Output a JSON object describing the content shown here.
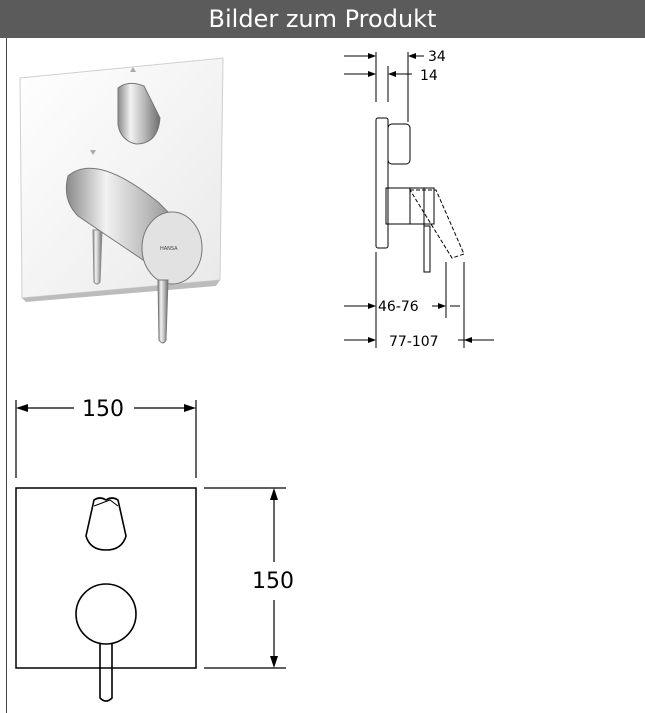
{
  "header": {
    "title": "Bilder zum Produkt"
  },
  "photo": {
    "brand_mark": "HANSA"
  },
  "side_view": {
    "dim_top_outer": "34",
    "dim_top_inner": "14",
    "dim_depth_min": "46-76",
    "dim_depth_max": "77-107"
  },
  "front_view": {
    "dim_width": "150",
    "dim_height": "150"
  },
  "colors": {
    "header_bg": "#5b5b5b",
    "header_text": "#ffffff"
  }
}
